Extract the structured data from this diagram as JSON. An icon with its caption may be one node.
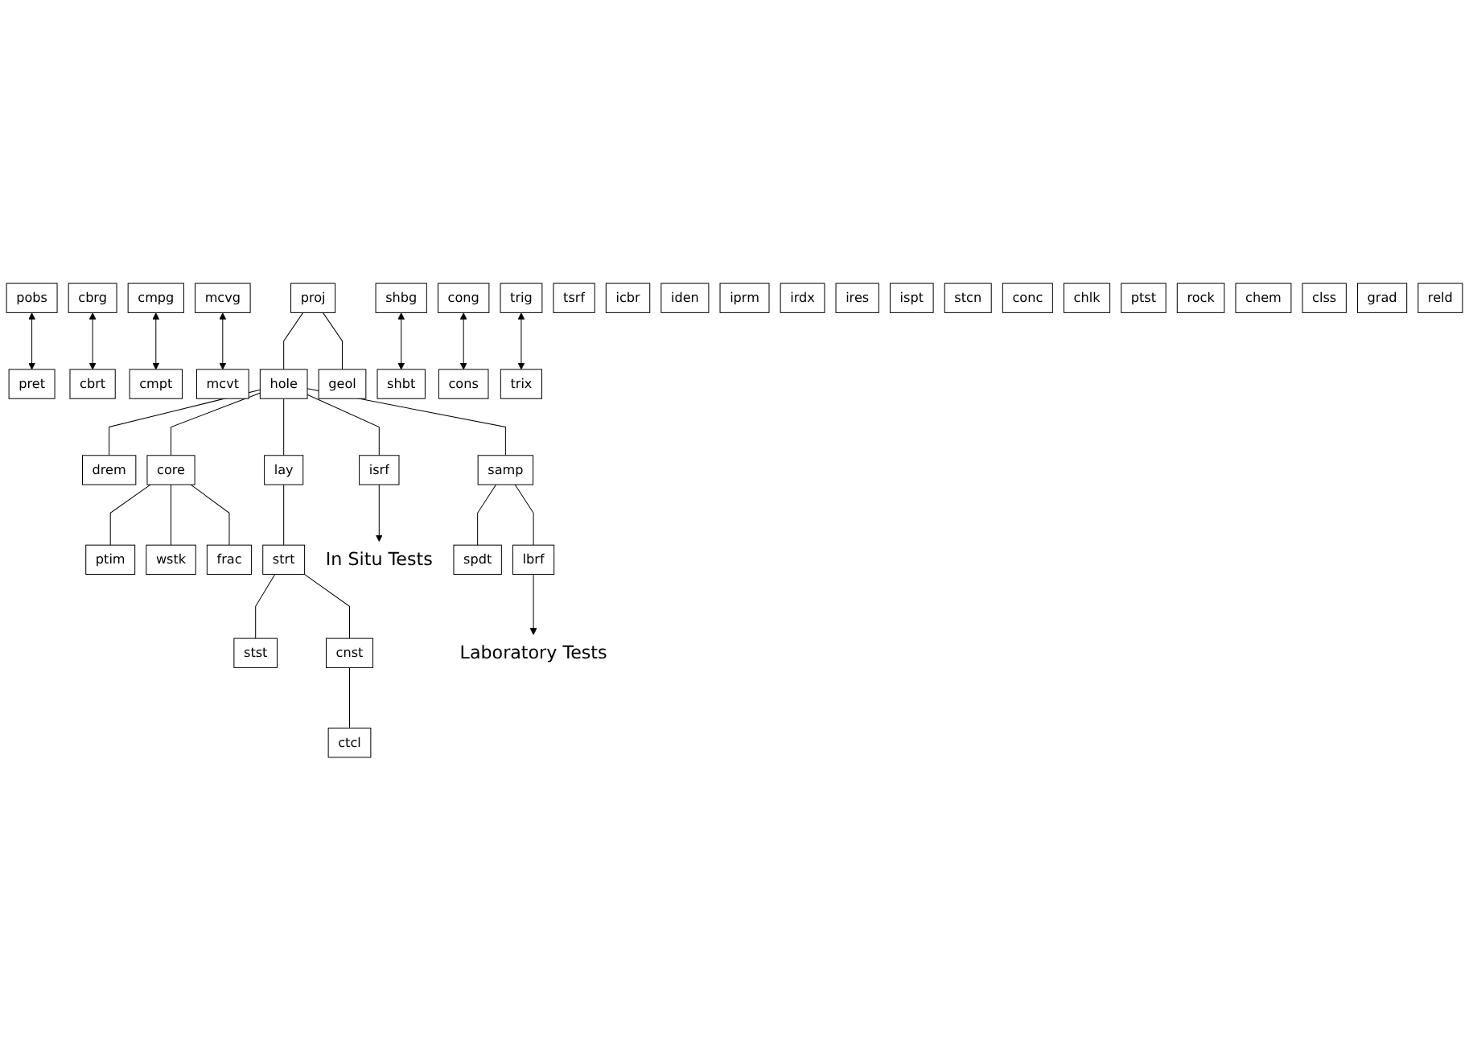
{
  "diagram": {
    "nodes": [
      {
        "text": [
          "proj"
        ]
      },
      {
        "text": [
          "hole"
        ]
      },
      {
        "text": [
          "geol"
        ]
      },
      {
        "text": [
          "drem"
        ]
      },
      {
        "text": [
          "core"
        ]
      },
      {
        "text": [
          "ptim"
        ]
      },
      {
        "text": [
          "wstk"
        ]
      },
      {
        "text": [
          "frac"
        ]
      },
      {
        "text": [
          "lay"
        ]
      },
      {
        "text": [
          "strt"
        ]
      },
      {
        "text": [
          "stst"
        ]
      },
      {
        "text": [
          "cnst"
        ]
      },
      {
        "text": [
          "ctcl"
        ]
      },
      {
        "text": [
          "samp"
        ]
      },
      {
        "text": [
          "spdt"
        ]
      },
      {
        "text": [
          "isrf"
        ]
      },
      {
        "text": [
          "lbrf"
        ]
      },
      {
        "text": [
          "tsrf"
        ]
      },
      {
        "text": [
          "In Situ Tests"
        ]
      },
      {
        "text": [
          "Laboratory Tests"
        ]
      },
      {
        "text": [
          "icbr"
        ]
      },
      {
        "text": [
          "iden"
        ]
      },
      {
        "text": [
          "iprm"
        ]
      },
      {
        "text": [
          "irdx"
        ]
      },
      {
        "text": [
          "ires"
        ]
      },
      {
        "text": [
          "ispt"
        ]
      },
      {
        "text": [
          "pobs"
        ]
      },
      {
        "text": [
          "pret"
        ]
      },
      {
        "text": [
          "stcn"
        ]
      },
      {
        "text": [
          "conc"
        ]
      },
      {
        "text": [
          "cbrg"
        ]
      },
      {
        "text": [
          "cbrt"
        ]
      },
      {
        "text": [
          "chlk"
        ]
      },
      {
        "text": [
          "ptst"
        ]
      },
      {
        "text": [
          "cmpg"
        ]
      },
      {
        "text": [
          "cmpt"
        ]
      },
      {
        "text": [
          "mcvg"
        ]
      },
      {
        "text": [
          "mcvt"
        ]
      },
      {
        "text": [
          "shbg"
        ]
      },
      {
        "text": [
          "shbt"
        ]
      },
      {
        "text": [
          "rock"
        ]
      },
      {
        "text": [
          "chem"
        ]
      },
      {
        "text": [
          "clss"
        ]
      },
      {
        "text": [
          "grad"
        ]
      },
      {
        "text": [
          "reld"
        ]
      },
      {
        "text": [
          "cong"
        ]
      },
      {
        "text": [
          "cons"
        ]
      },
      {
        "text": [
          "trig"
        ]
      },
      {
        "text": [
          "trix"
        ]
      }
    ],
    "edges": [
      {
        "from": 0,
        "to": 1,
        "arrow": "none"
      },
      {
        "from": 0,
        "to": 2,
        "arrow": "none"
      },
      {
        "from": 1,
        "to": 3,
        "arrow": "none"
      },
      {
        "from": 1,
        "to": 4,
        "arrow": "none"
      },
      {
        "from": 4,
        "to": 5,
        "arrow": "none"
      },
      {
        "from": 4,
        "to": 6,
        "arrow": "none"
      },
      {
        "from": 4,
        "to": 7,
        "arrow": "none"
      },
      {
        "from": 1,
        "to": 8,
        "arrow": "none"
      },
      {
        "from": 8,
        "to": 9,
        "arrow": "none"
      },
      {
        "from": 9,
        "to": 10,
        "arrow": "none"
      },
      {
        "from": 9,
        "to": 11,
        "arrow": "none"
      },
      {
        "from": 11,
        "to": 12,
        "arrow": "none"
      },
      {
        "from": 1,
        "to": 15,
        "arrow": "none"
      },
      {
        "from": 1,
        "to": 13,
        "arrow": "none"
      },
      {
        "from": 13,
        "to": 14,
        "arrow": "none"
      },
      {
        "from": 13,
        "to": 16,
        "arrow": "none"
      },
      {
        "from": 15,
        "to": 18,
        "arrow": "to"
      },
      {
        "from": 16,
        "to": 19,
        "arrow": "to"
      },
      {
        "from": 26,
        "to": 27,
        "arrow": "both"
      },
      {
        "from": 30,
        "to": 31,
        "arrow": "both"
      },
      {
        "from": 34,
        "to": 35,
        "arrow": "both"
      },
      {
        "from": 36,
        "to": 37,
        "arrow": "both"
      },
      {
        "from": 38,
        "to": 39,
        "arrow": "both"
      },
      {
        "from": 45,
        "to": 46,
        "arrow": "both"
      },
      {
        "from": 47,
        "to": 48,
        "arrow": "both"
      }
    ]
  }
}
